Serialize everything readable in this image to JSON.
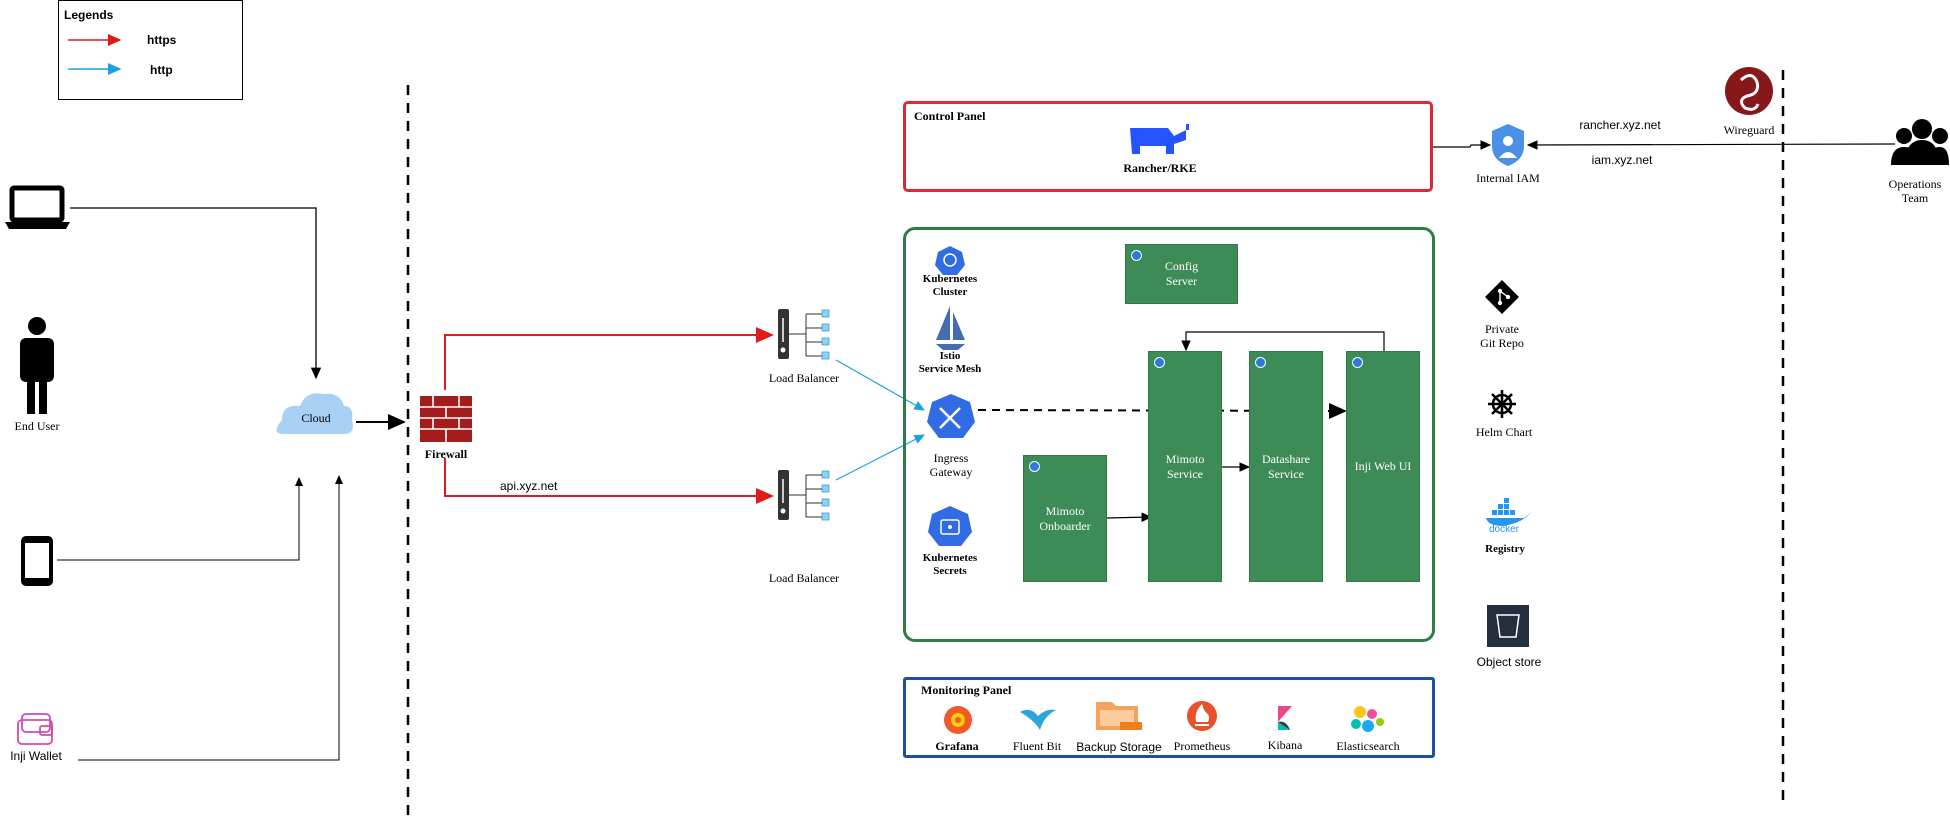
{
  "legend": {
    "title": "Legends",
    "https_label": "https",
    "http_label": "http"
  },
  "colors": {
    "https": "#e01b1b",
    "http": "#1ba1e2",
    "control_border": "#d92a3a",
    "cluster_border": "#2e7d45",
    "monitor_border": "#1b4fa0",
    "service": "#3d8b57"
  },
  "clients": {
    "end_user": "End User",
    "inji_wallet": "Inji Wallet"
  },
  "edge": {
    "cloud": "Cloud",
    "firewall": "Firewall",
    "api_domain": "api.xyz.net",
    "lb_top": "Load Balancer",
    "lb_bottom": "Load Balancer"
  },
  "control_panel": {
    "title": "Control Panel",
    "rancher": "Rancher/RKE"
  },
  "cluster": {
    "k8s_cluster": "Kubernetes\nCluster",
    "istio": "Istio\nService Mesh",
    "ingress": "Ingress\nGateway",
    "k8s_secrets": "Kubernetes\nSecrets",
    "config_server": "Config\nServer",
    "mimoto_onboarder": "Mimoto\nOnboarder",
    "mimoto_service": "Mimoto\nService",
    "datashare_service": "Datashare\nService",
    "inji_web_ui": "Inji Web UI"
  },
  "monitoring": {
    "title": "Monitoring Panel",
    "tools": [
      "Grafana",
      "Fluent Bit",
      "Backup Storage",
      "Prometheus",
      "Kibana",
      "Elasticsearch"
    ]
  },
  "right": {
    "internal_iam": "Internal IAM",
    "rancher_domain": "rancher.xyz.net",
    "iam_domain": "iam.xyz.net",
    "wireguard": "Wireguard",
    "ops_team": "Operations\nTeam",
    "git_repo": "Private\nGit Repo",
    "helm_chart": "Helm Chart",
    "docker_logo": "docker",
    "registry": "Registry",
    "object_store": "Object store"
  }
}
